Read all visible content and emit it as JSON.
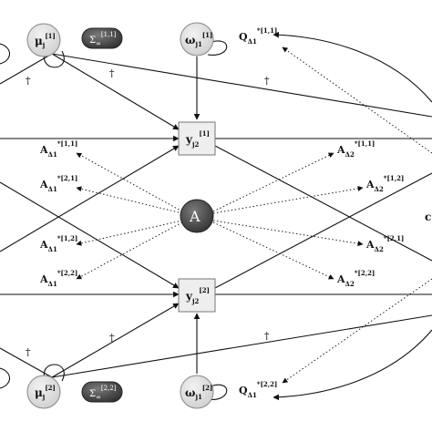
{
  "nodes": {
    "mu1": {
      "base": "μ",
      "sub": "j",
      "sup": "[1]"
    },
    "mu2": {
      "base": "μ",
      "sub": "j",
      "sup": "[2]"
    },
    "omega1": {
      "base": "ω",
      "sub": "j1",
      "sup": "[1]"
    },
    "omega2": {
      "base": "ω",
      "sub": "j1",
      "sup": "[2]"
    },
    "y1": {
      "base": "y",
      "sub": "j2",
      "sup": "[1]"
    },
    "y2": {
      "base": "y",
      "sub": "j2",
      "sup": "[2]"
    },
    "A": {
      "label": "A"
    },
    "sigma1": {
      "base": "Σ",
      "sub": "∞",
      "sup": "[1,1]"
    },
    "sigma2": {
      "base": "Σ",
      "sub": "∞",
      "sup": "[2,2]"
    },
    "right_partial": {
      "label": "c"
    }
  },
  "labels": {
    "Q1": {
      "base": "Q",
      "sub": "Δ1",
      "sup": "*[1,1]"
    },
    "Q2": {
      "base": "Q",
      "sub": "Δ1",
      "sup": "*[2,2]"
    },
    "A_left": [
      {
        "base": "A",
        "sub": "Δ1",
        "sup": "*[1,1]"
      },
      {
        "base": "A",
        "sub": "Δ1",
        "sup": "*[2,1]"
      },
      {
        "base": "A",
        "sub": "Δ1",
        "sup": "*[1,2]"
      },
      {
        "base": "A",
        "sub": "Δ1",
        "sup": "*[2,2]"
      }
    ],
    "A_right": [
      {
        "base": "A",
        "sub": "Δ2",
        "sup": "*[1,1]"
      },
      {
        "base": "A",
        "sub": "Δ2",
        "sup": "*[1,2]"
      },
      {
        "base": "A",
        "sub": "Δ2",
        "sup": "*[2,1]"
      },
      {
        "base": "A",
        "sub": "Δ2",
        "sup": "*[2,2]"
      }
    ],
    "dagger": "†"
  }
}
